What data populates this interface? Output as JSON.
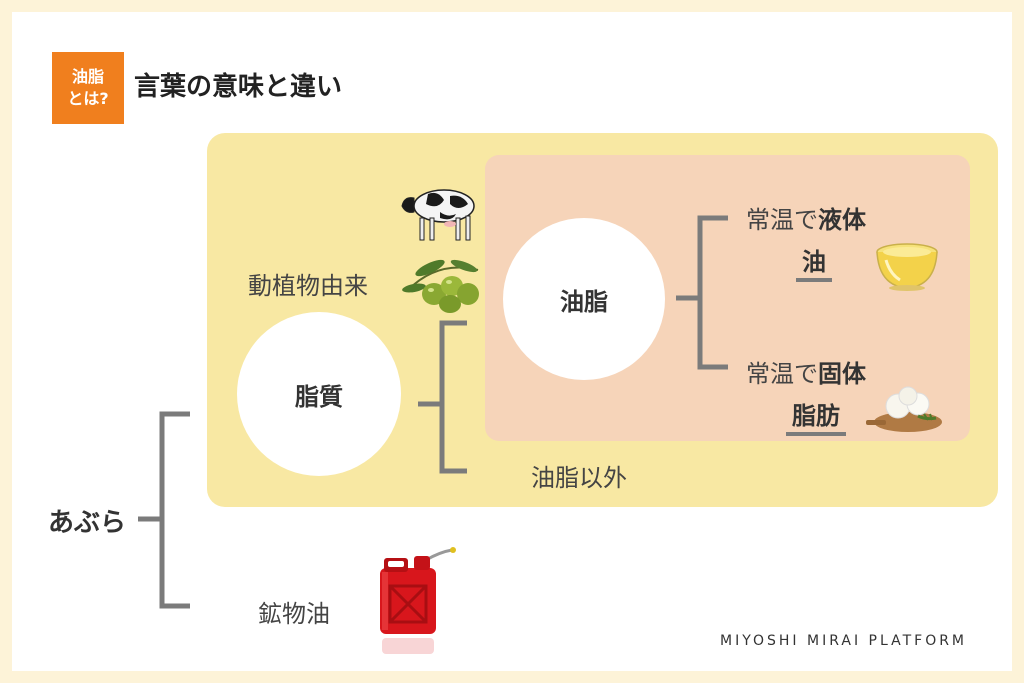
{
  "header": {
    "badge_line1": "油脂",
    "badge_line2": "とは?",
    "title": "言葉の意味と違い"
  },
  "diagram": {
    "root": "あぶら",
    "fat_circle": "脂質",
    "oil_circle": "油脂",
    "origin_label": "動植物由来",
    "non_oil_label": "油脂以外",
    "mineral_label": "鉱物油",
    "liquid": {
      "prefix": "常温で",
      "emphasis": "液体",
      "term": "油"
    },
    "solid": {
      "prefix": "常温で",
      "emphasis": "固体",
      "term": "脂肪"
    }
  },
  "footer": {
    "brand": "MIYOSHI MIRAI PLATFORM"
  },
  "colors": {
    "background": "#fdf3d8",
    "accent_orange": "#f07f1e",
    "fat_region": "#f8e8a3",
    "oil_region": "#f6d4b9",
    "connector_gray": "#7b7b7b"
  },
  "icons": [
    "cow-icon",
    "olive-icon",
    "oil-bowl-icon",
    "butter-board-icon",
    "jerrycan-icon"
  ]
}
